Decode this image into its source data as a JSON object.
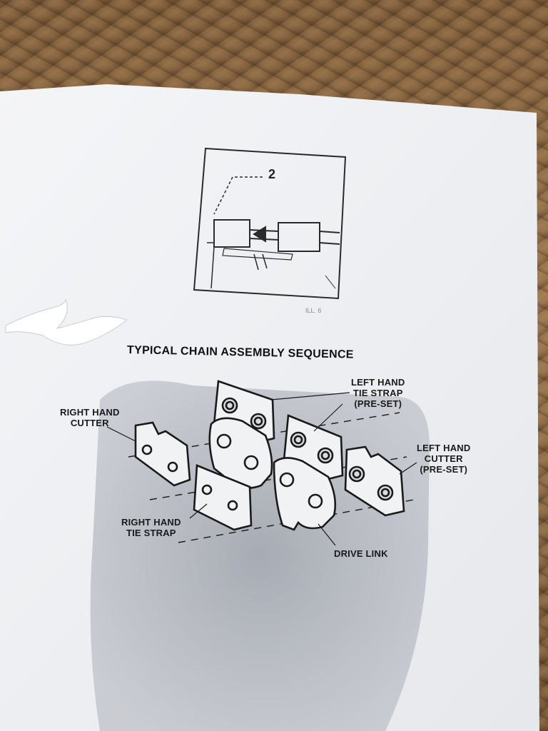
{
  "document": {
    "heading": "TYPICAL CHAIN ASSEMBLY SEQUENCE",
    "figure_callout": "2",
    "figure_caption": "ILL. 6"
  },
  "labels": {
    "right_hand_cutter": [
      "RIGHT HAND",
      "CUTTER"
    ],
    "left_hand_tie_strap": [
      "LEFT HAND",
      "TIE STRAP",
      "(PRE-SET)"
    ],
    "left_hand_cutter": [
      "LEFT HAND",
      "CUTTER",
      "(PRE-SET)"
    ],
    "right_hand_tie_strap": [
      "RIGHT HAND",
      "TIE STRAP"
    ],
    "drive_link": [
      "DRIVE LINK"
    ]
  },
  "colors": {
    "paper": "#f2f3f5",
    "ink": "#1a1a1a",
    "shadow": "#9ea2ab"
  }
}
